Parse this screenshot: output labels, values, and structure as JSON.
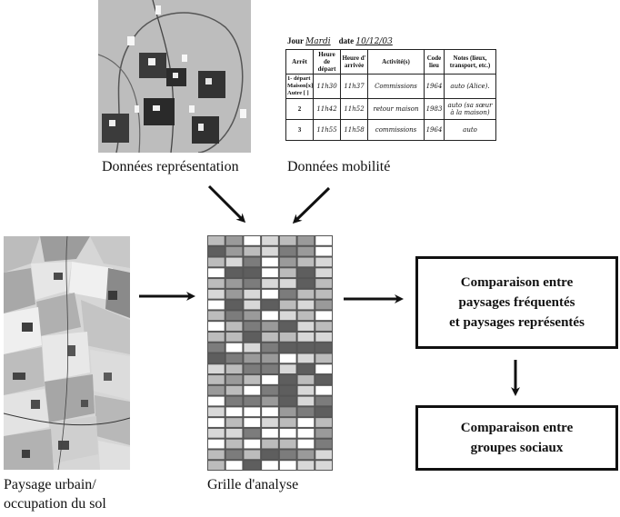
{
  "labels": {
    "representation": "Données représentation",
    "mobilite": "Données mobilité",
    "paysage_line1": "Paysage urbain/",
    "paysage_line2": "occupation du sol",
    "grille": "Grille d'analyse"
  },
  "boxes": {
    "comparaison_paysages": [
      "Comparaison entre",
      "paysages fréquentés",
      "et paysages représentés"
    ],
    "comparaison_groupes": [
      "Comparaison entre",
      "groupes sociaux"
    ]
  },
  "form": {
    "jour_label": "Jour",
    "jour_value": "Mardi",
    "date_label": "date",
    "date_value": "10/12/03",
    "headers": [
      "Arrêt",
      "Heure de départ",
      "Heure d' arrivée",
      "Activité(s)",
      "Code lieu",
      "Notes (lieux, transport, etc.)"
    ],
    "rows": [
      [
        "1- départ Maison[x] Autre [ ]",
        "11h30",
        "11h37",
        "Commissions",
        "1964",
        "auto (Alice)."
      ],
      [
        "2",
        "11h42",
        "11h52",
        "retour maison",
        "1983",
        "auto (sa sœur à la maison)"
      ],
      [
        "3",
        "11h55",
        "11h58",
        "commissions",
        "1964",
        "auto"
      ]
    ]
  },
  "grid": {
    "rows": 22,
    "cols": 7,
    "colors": [
      "#ffffff",
      "#d8d8d8",
      "#bcbcbc",
      "#9a9a9a",
      "#7c7c7c",
      "#5e5e5e"
    ]
  }
}
